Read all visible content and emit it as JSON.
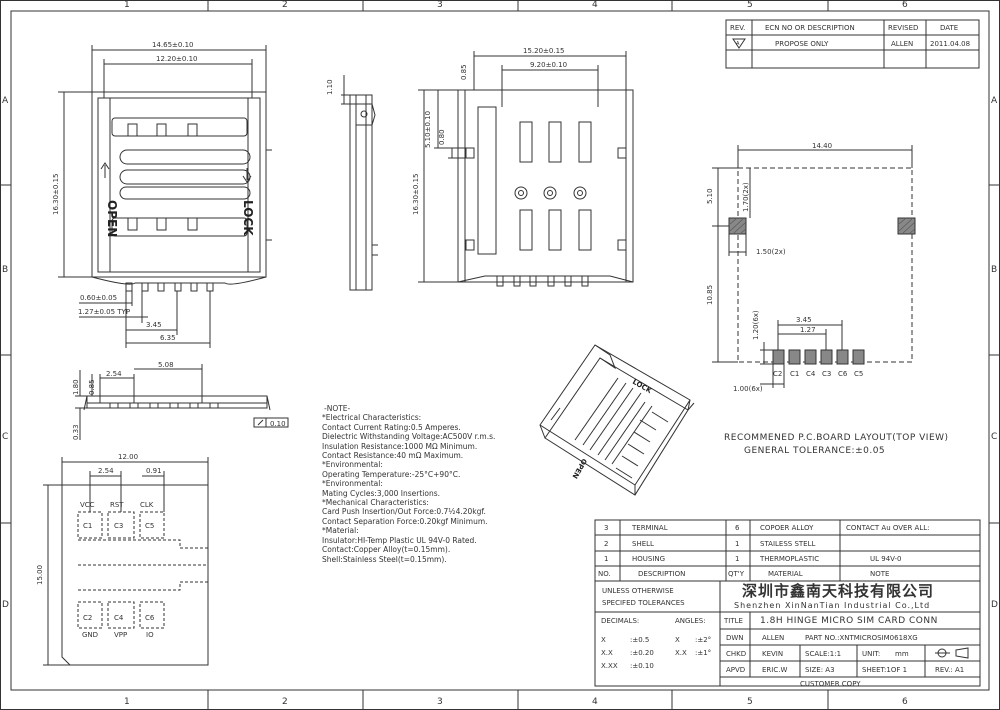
{
  "colors": {
    "line": "#333333",
    "paper": "#ffffff",
    "hatch": "#777777"
  },
  "border": {
    "columns": [
      "1",
      "2",
      "3",
      "4",
      "5",
      "6"
    ],
    "rows": [
      "A",
      "B",
      "C",
      "D"
    ]
  },
  "revision_block": {
    "headers": {
      "rev": "REV.",
      "ecn": "ECN NO OR DESCRIPTION",
      "revised": "REVISED",
      "date": "DATE"
    },
    "row": {
      "rev": "A",
      "description": "PROPOSE ONLY",
      "revised": "ALLEN",
      "date": "2011.04.08"
    }
  },
  "top_view": {
    "dim_overall_width": "14.65±0.10",
    "dim_inner_width": "12.20±0.10",
    "dim_height": "16.30±0.15",
    "label_open": "OPEN",
    "label_lock": "LOCK",
    "dim_pin_width": "0.60±0.05",
    "dim_pitch": "1.27±0.05 TYP",
    "dim_3_45": "3.45",
    "dim_6_35": "6.35"
  },
  "side_view_small": {
    "dim_1_10": "1.10"
  },
  "bottom_view": {
    "dim_overall_width": "15.20±0.15",
    "dim_inner_width": "9.20±0.10",
    "dim_0_85": "0.85",
    "dim_5_10": "5.10±0.10",
    "dim_0_80": "0.80",
    "dim_height": "16.30±0.15"
  },
  "front_view": {
    "dim_2_54": "2.54",
    "dim_5_08": "5.08",
    "dim_0_85": "0.85",
    "dim_1_80": "1.80",
    "dim_0_33": "0.33",
    "flatness": "0.10"
  },
  "card_view": {
    "dim_width": "12.00",
    "dim_2_54": "2.54",
    "dim_0_91": "0.91",
    "dim_height": "15.00",
    "top_labels": [
      "VCC",
      "RST",
      "CLK"
    ],
    "top_pads": [
      "C1",
      "C3",
      "C5"
    ],
    "bottom_pads": [
      "C2",
      "C4",
      "C6"
    ],
    "bottom_labels": [
      "GND",
      "VPP",
      "IO"
    ]
  },
  "notes": {
    "heading": "-NOTE-",
    "lines": [
      "*Electrical Characteristics:",
      "  Contact Current Rating:0.5 Amperes.",
      "  Dielectric Withstanding Voltage:AC500V r.m.s.",
      "  Insulation Resistance:1000 MΩ Minimum.",
      "  Contact Resistance:40 mΩ Maximum.",
      "*Environmental:",
      "  Operating Temperature:-25°C+90°C.",
      "*Environmental:",
      "  Mating Cycles:3,000 Insertions.",
      "*Mechanical Characteristics:",
      "  Card Push Insertion/Out Force:0.7½4.20kgf.",
      "Contact Separation Force:0.20kgf Minimum.",
      "*Material:",
      "Insulator:HI-Temp Plastic UL 94V-0 Rated.",
      "  Contact:Copper Alloy(t=0.15mm).",
      "  Shell:Stainless Steel(t=0.15mm)."
    ]
  },
  "iso_view": {
    "label_lock": "LOCK",
    "label_open": "OPEN"
  },
  "pcb_layout": {
    "dim_width": "14.40",
    "dim_5_10": "5.10",
    "dim_1_70": "1.70(2x)",
    "dim_1_50": "1.50(2x)",
    "dim_10_85": "10.85",
    "dim_1_20": "1.20(6x)",
    "dim_3_45": "3.45",
    "dim_1_27": "1.27",
    "dim_1_00": "1.00(6x)",
    "pad_labels": [
      "C2",
      "C1",
      "C4",
      "C3",
      "C6",
      "C5"
    ],
    "caption": "RECOMMENED P.C.BOARD LAYOUT(TOP VIEW)",
    "tolerance": "GENERAL TOLERANCE:±0.05"
  },
  "bom": {
    "rows": [
      {
        "no": "3",
        "description": "TERMINAL",
        "qty": "6",
        "material": "COPOER ALLOY",
        "note": "CONTACT Au OVER ALL:"
      },
      {
        "no": "2",
        "description": "SHELL",
        "qty": "1",
        "material": "STAILESS STELL",
        "note": ""
      },
      {
        "no": "1",
        "description": "HOUSING",
        "qty": "1",
        "material": "THERMOPLASTIC",
        "note": "UL 94V-0"
      }
    ],
    "headers": {
      "no": "NO.",
      "description": "DESCRIPTION",
      "qty": "QT'Y",
      "material": "MATERIAL",
      "note": "NOTE"
    }
  },
  "title_block": {
    "tolerance_heading_1": "UNLESS OTHERWISE",
    "tolerance_heading_2": "SPECIFED TOLERANCES",
    "company_cn": "深圳市鑫南天科技有限公司",
    "company_en": "Shenzhen XinNanTian Industrial Co.,Ltd",
    "decimals": "DECIMALS:",
    "angles": "ANGLES:",
    "tol_x": "X",
    "tol_x_val": ":±0.5",
    "tol_xx": "X.X",
    "tol_xx_val": ":±0.20",
    "tol_xxx": "X.XX",
    "tol_xxx_val": ":±0.10",
    "ang_x": "X",
    "ang_x_val": ":±2°",
    "ang_xx": "X.X",
    "ang_xx_val": ":±1°",
    "title_label": "TITLE",
    "title_value": "1.8H HINGE MICRO SIM CARD CONN",
    "dwn_label": "DWN",
    "dwn_value": "ALLEN",
    "part_no": "PART NO.:XNTMICROSIM0618XG",
    "chkd_label": "CHKD",
    "chkd_value": "KEVIN",
    "scale": "SCALE:1:1",
    "unit_label": "UNIT:",
    "unit_value": "mm",
    "apvd_label": "APVD",
    "apvd_value": "ERIC.W",
    "size": "SIZE: A3",
    "sheet": "SHEET:1OF 1",
    "rev": "REV.: A1",
    "customer_copy": "CUSTOMER COPY"
  }
}
